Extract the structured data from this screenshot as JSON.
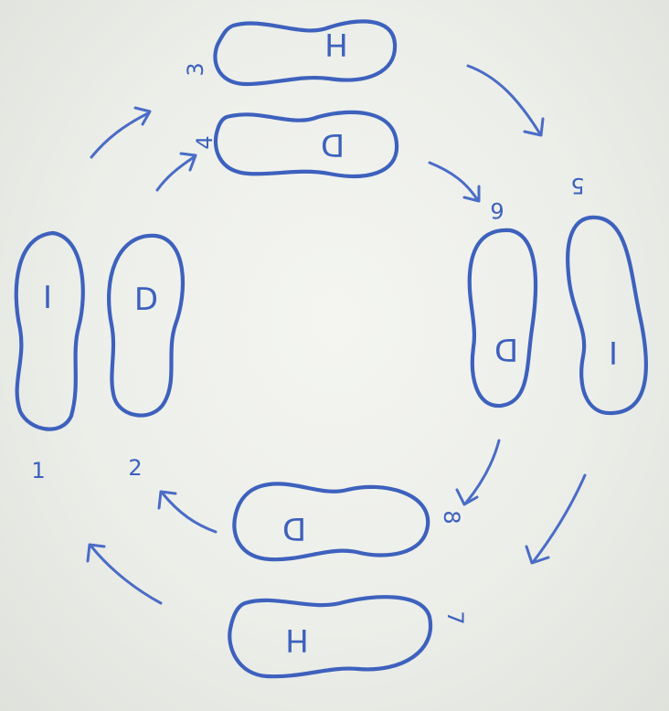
{
  "diagram": {
    "ink_color": "#3d61bd",
    "paper_color": "#eceee9",
    "footprints": [
      {
        "id": "step-1",
        "letter": "I",
        "step": "1"
      },
      {
        "id": "step-2",
        "letter": "D",
        "step": "2"
      },
      {
        "id": "step-3",
        "letter": "H",
        "step": "3"
      },
      {
        "id": "step-4",
        "letter": "D",
        "step": "4"
      },
      {
        "id": "step-5",
        "letter": "I",
        "step": "5"
      },
      {
        "id": "step-6",
        "letter": "D",
        "step": "6"
      },
      {
        "id": "step-7",
        "letter": "H",
        "step": "7"
      },
      {
        "id": "step-8",
        "letter": "D",
        "step": "8"
      }
    ]
  }
}
